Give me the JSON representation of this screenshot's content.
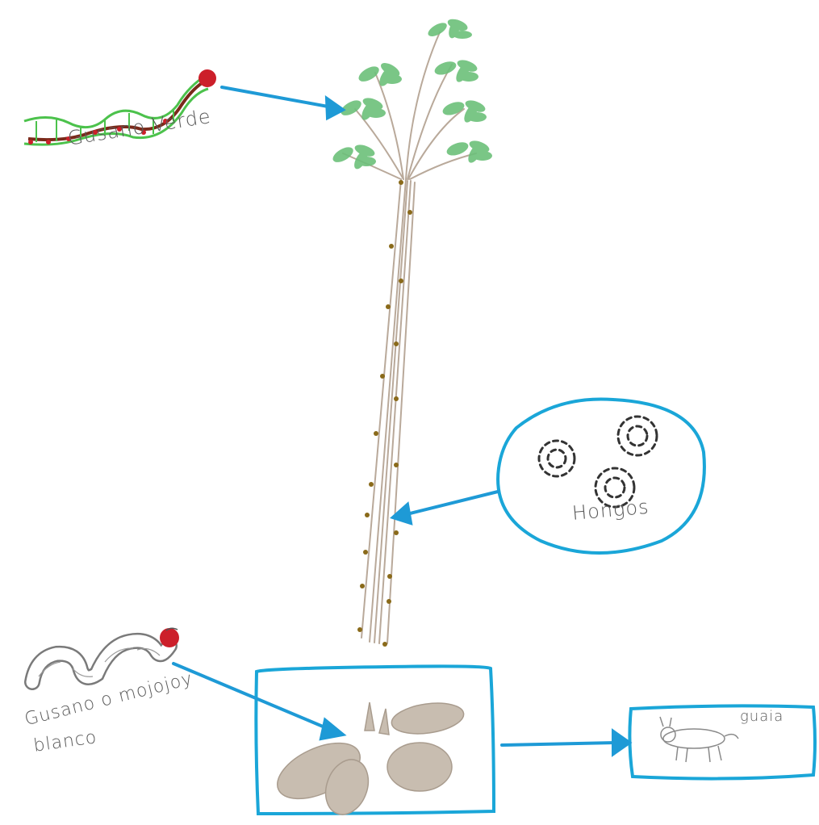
{
  "labels": {
    "gusano_verde": "Gusano Verde",
    "hongos": "Hongos",
    "mojojoy_line1": "Gusano o mojojoy",
    "mojojoy_line2": "blanco",
    "guaia": "guaia"
  },
  "colors": {
    "arrow": "#1e9ad6",
    "box_outline": "#1aa6d8",
    "leaf": "#6cc07a",
    "trunk": "#b9a99a",
    "trunk_dots": "#8a6a1a",
    "green_worm": "#4cc24c",
    "worm_body_dark": "#7a2a1a",
    "worm_head": "#cc1f2a",
    "white_worm": "#7a7a7a",
    "fruit": "#c8bdb0",
    "fungus": "#333333"
  },
  "icons": [
    "green-caterpillar-icon",
    "palm-tree-icon",
    "fungus-icon",
    "white-grub-icon",
    "palm-fruit-icon",
    "guaia-animal-icon"
  ]
}
